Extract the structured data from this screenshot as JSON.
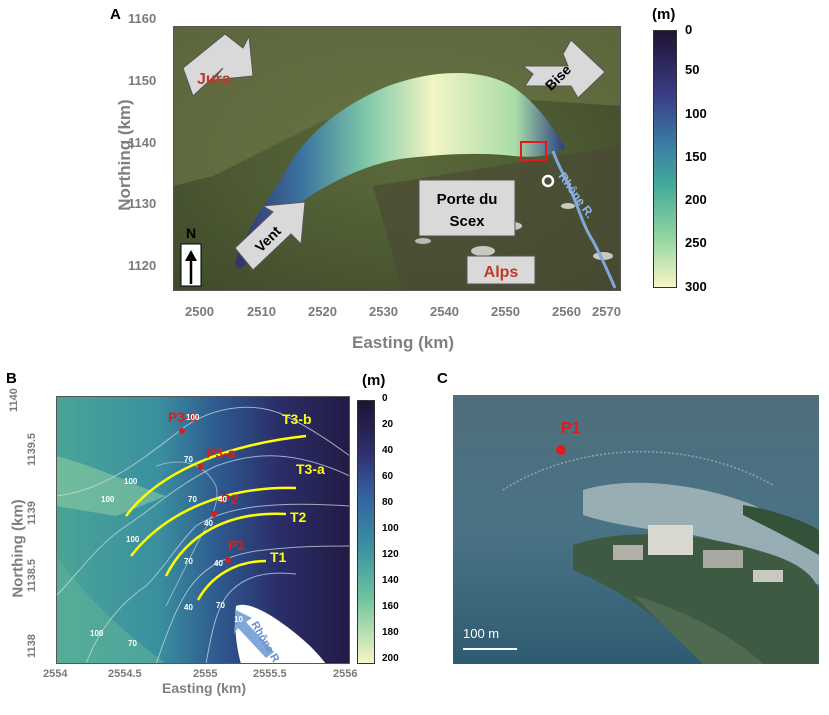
{
  "panelA": {
    "letter": "A",
    "xlabel": "Easting (km)",
    "ylabel": "Northing (km)",
    "xticks": [
      "2500",
      "2510",
      "2520",
      "2530",
      "2540",
      "2550",
      "2560",
      "2570"
    ],
    "yticks": [
      "1160",
      "1150",
      "1140",
      "1130",
      "1120"
    ],
    "colorbar": {
      "unit": "(m)",
      "ticks": [
        "0",
        "50",
        "100",
        "150",
        "200",
        "250",
        "300"
      ]
    },
    "labels": {
      "jura": "Jura",
      "bise": "Bise",
      "vent": "Vent",
      "alps": "Alps",
      "porte_line1": "Porte du",
      "porte_line2": "Scex",
      "rhone": "Rhône R.",
      "north": "N"
    }
  },
  "panelB": {
    "letter": "B",
    "xlabel": "Easting (km)",
    "ylabel": "Northing (km)",
    "xticks": [
      "2554",
      "2554.5",
      "2555",
      "2555.5",
      "2556"
    ],
    "yticks": [
      "1140",
      "1139.5",
      "1139",
      "1138.5",
      "1138"
    ],
    "colorbar": {
      "unit": "(m)",
      "ticks": [
        "0",
        "20",
        "40",
        "60",
        "80",
        "100",
        "120",
        "140",
        "160",
        "180",
        "200"
      ]
    },
    "points": [
      "P3-b",
      "P3-a",
      "P2",
      "P1"
    ],
    "transects": [
      "T3-b",
      "T3-a",
      "T2",
      "T1"
    ],
    "contours": [
      "100",
      "100",
      "100",
      "100",
      "100",
      "70",
      "70",
      "70",
      "70",
      "70",
      "40",
      "40",
      "40",
      "40",
      "10"
    ],
    "rhone": "Rhône R."
  },
  "panelC": {
    "letter": "C",
    "point": "P1",
    "scale": "100 m"
  },
  "colors": {
    "deep": "#2a1f4e",
    "mid": "#3a8fa0",
    "shallow": "#f5f5c0",
    "transect": "#ffff00",
    "point": "#e01b1b",
    "land_label": "#c0392b"
  }
}
